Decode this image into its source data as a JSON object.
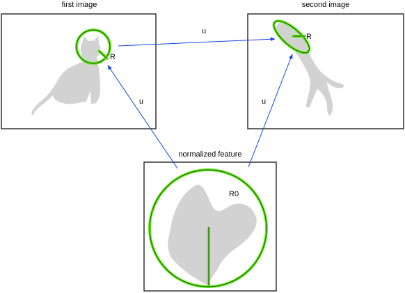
{
  "labels": {
    "first_image": "first image",
    "second_image": "second image",
    "normalized_feature": "normalized feature",
    "radius_first": "R",
    "radius_second": "R",
    "radius_normalized": "R0",
    "arrow_top": "u",
    "arrow_left": "u",
    "arrow_right": "u"
  },
  "colors": {
    "region_green": "#66ee22",
    "region_dark": "#226600",
    "arrow_blue": "#1144dd",
    "silhouette_gray": "#d2d2d2"
  }
}
